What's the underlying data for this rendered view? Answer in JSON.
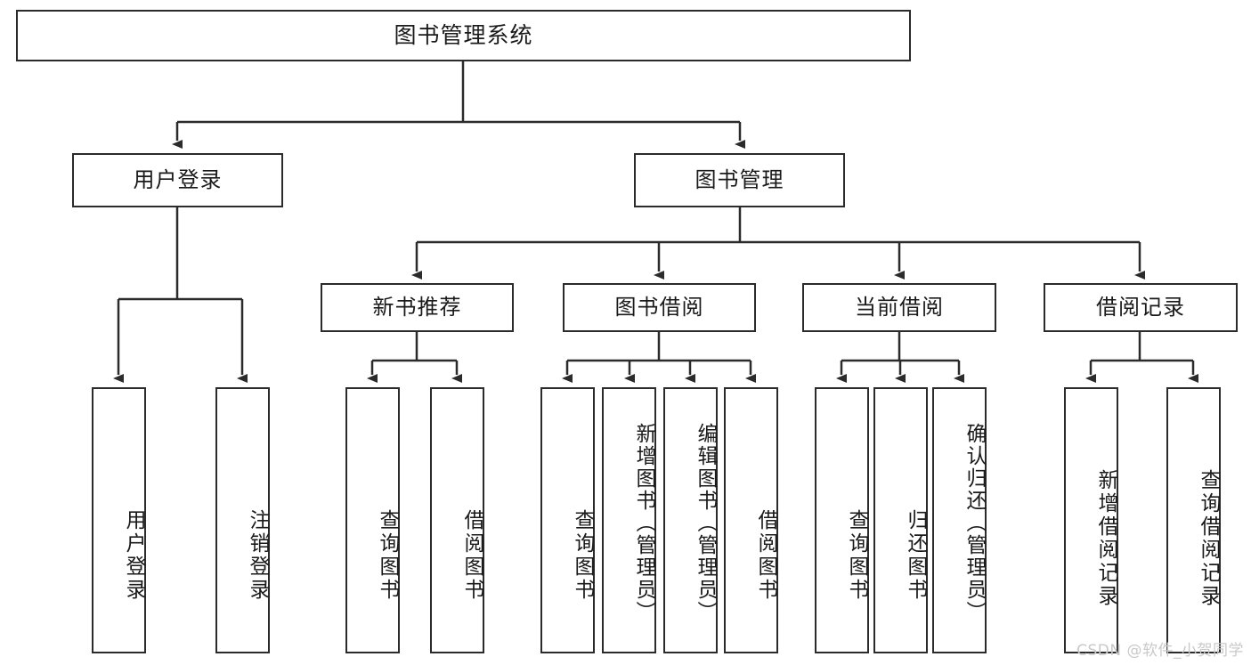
{
  "diagram": {
    "title": "图书管理系统",
    "watermark": "CSDN @软件_小贺同学",
    "stroke_color": "#2b2b2b",
    "text_color": "#1a1a1a",
    "background": "#ffffff",
    "root": {
      "label": "图书管理系统"
    },
    "level1": [
      {
        "label": "用户登录"
      },
      {
        "label": "图书管理"
      }
    ],
    "level2": [
      {
        "label": "新书推荐"
      },
      {
        "label": "图书借阅"
      },
      {
        "label": "当前借阅"
      },
      {
        "label": "借阅记录"
      }
    ],
    "leaves": {
      "user_login": [
        {
          "label": "用户登录"
        },
        {
          "label": "注销登录"
        }
      ],
      "new_book": [
        {
          "label": "查询图书"
        },
        {
          "label": "借阅图书"
        }
      ],
      "book_borrow": [
        {
          "label": "查询图书"
        },
        {
          "label": "新增图书（管理员）"
        },
        {
          "label": "编辑图书（管理员）"
        },
        {
          "label": "借阅图书"
        }
      ],
      "current_borrow": [
        {
          "label": "查询图书"
        },
        {
          "label": "归还图书"
        },
        {
          "label": "确认归还（管理员）"
        }
      ],
      "borrow_record": [
        {
          "label": "新增借阅记录"
        },
        {
          "label": "查询借阅记录"
        }
      ]
    }
  }
}
